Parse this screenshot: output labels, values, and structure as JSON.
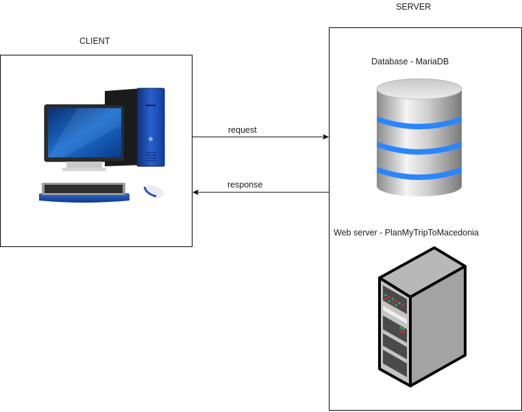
{
  "diagram": {
    "client": {
      "title": "CLIENT",
      "icon": "desktop-computer-icon"
    },
    "server": {
      "title": "SERVER",
      "components": [
        {
          "label": "Database - MariaDB",
          "icon": "database-icon"
        },
        {
          "label": "Web server - PlanMyTripToMacedonia",
          "icon": "server-tower-icon"
        }
      ]
    },
    "connections": [
      {
        "label": "request",
        "from": "client",
        "to": "server"
      },
      {
        "label": "response",
        "from": "server",
        "to": "client"
      }
    ],
    "colors": {
      "accent_blue": "#1f6fe0",
      "db_ring_blue": "#2a86ff",
      "server_gray": "#a8a8a8",
      "led_green": "#21b25a",
      "led_red": "#d9263a"
    }
  }
}
